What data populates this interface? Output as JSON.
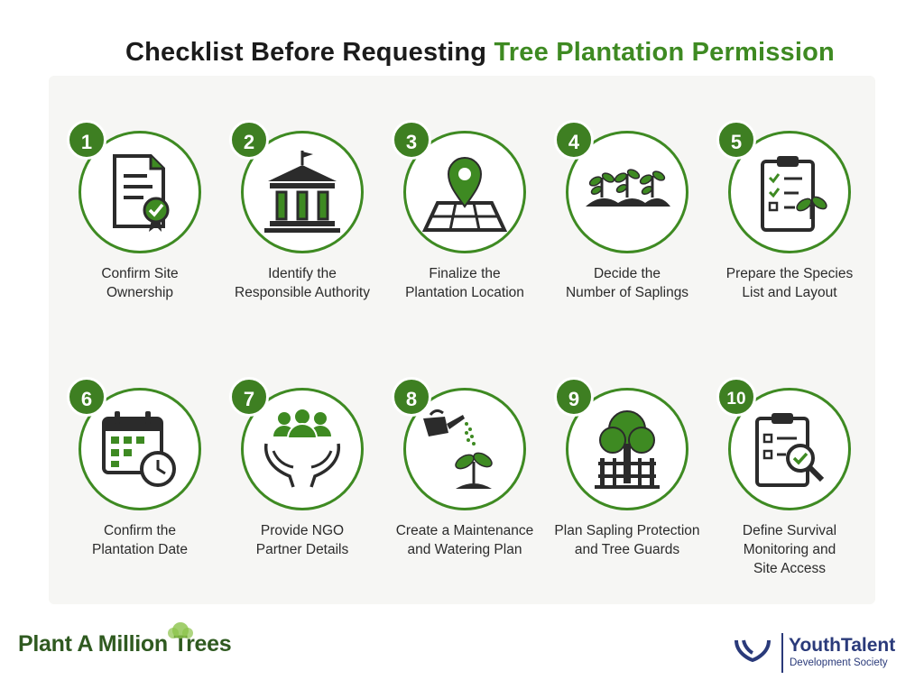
{
  "title": {
    "part1": "Checklist Before Requesting ",
    "part2": "Tree Plantation Permission"
  },
  "accent_color": "#3e8a22",
  "steps": [
    {
      "num": "1",
      "line1": "Confirm Site",
      "line2": "Ownership",
      "line3": "",
      "icon": "certificate-document-icon"
    },
    {
      "num": "2",
      "line1": "Identify the",
      "line2": "Responsible Authority",
      "line3": "",
      "icon": "government-building-icon"
    },
    {
      "num": "3",
      "line1": "Finalize the",
      "line2": "Plantation Location",
      "line3": "",
      "icon": "map-pin-icon"
    },
    {
      "num": "4",
      "line1": "Decide the",
      "line2": "Number of Saplings",
      "line3": "",
      "icon": "saplings-icon"
    },
    {
      "num": "5",
      "line1": "Prepare the Species",
      "line2": "List and Layout",
      "line3": "",
      "icon": "clipboard-checklist-icon"
    },
    {
      "num": "6",
      "line1": "Confirm the",
      "line2": "Plantation Date",
      "line3": "",
      "icon": "calendar-clock-icon"
    },
    {
      "num": "7",
      "line1": "Provide NGO",
      "line2": "Partner Details",
      "line3": "",
      "icon": "group-hands-icon"
    },
    {
      "num": "8",
      "line1": "Create a Maintenance",
      "line2": "and Watering Plan",
      "line3": "",
      "icon": "watering-can-icon"
    },
    {
      "num": "9",
      "line1": "Plan Sapling Protection",
      "line2": "and Tree Guards",
      "line3": "",
      "icon": "tree-guard-icon"
    },
    {
      "num": "10",
      "line1": "Define Survival",
      "line2": "Monitoring and",
      "line3": "Site Access",
      "icon": "clipboard-magnifier-icon"
    }
  ],
  "footer": {
    "left_logo": "Plant A Million Trees",
    "right_logo_name": "YouthTalent",
    "right_logo_sub": "Development Society"
  }
}
